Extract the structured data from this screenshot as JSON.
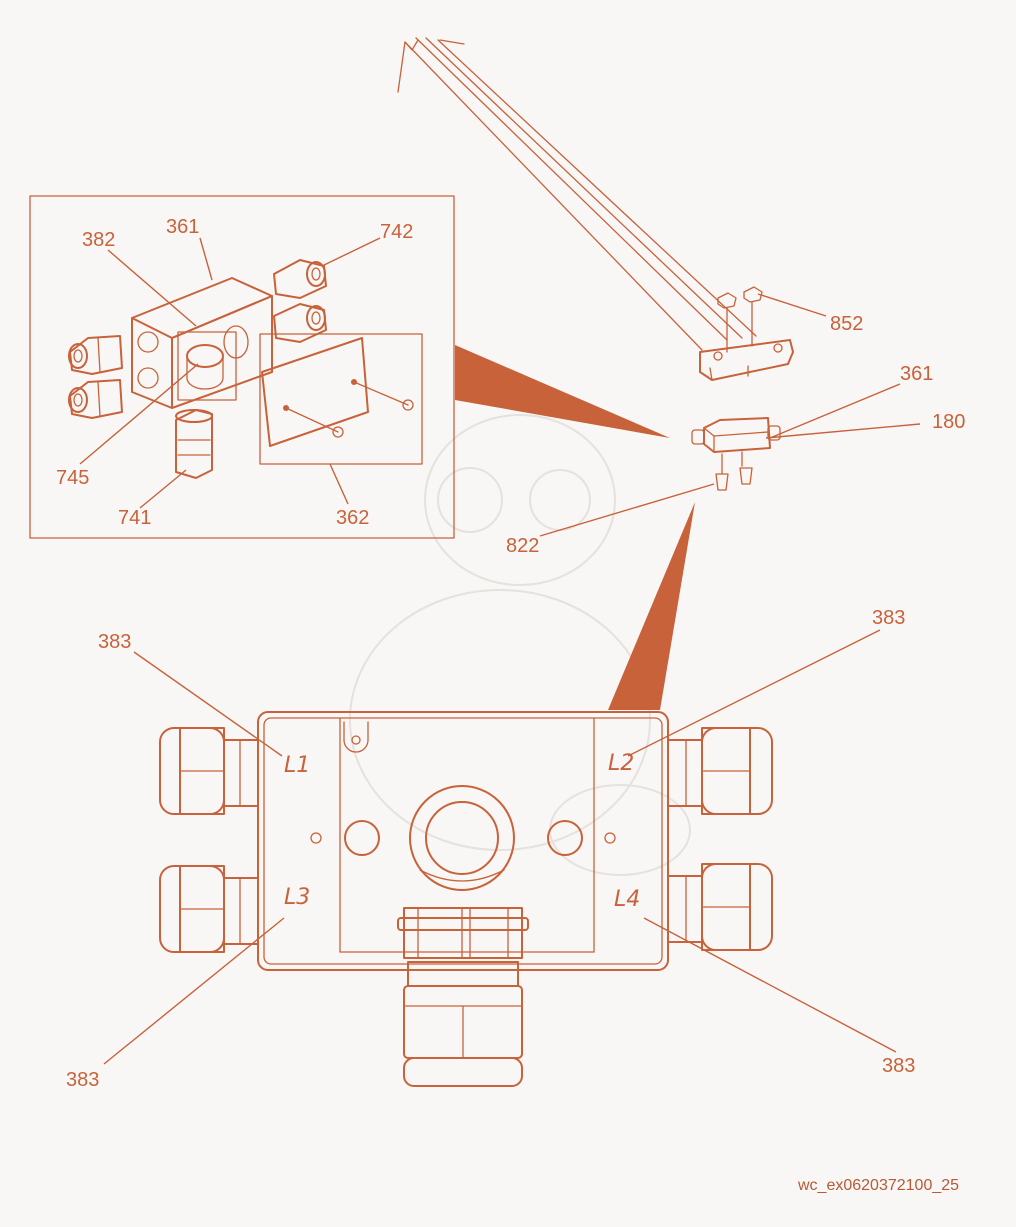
{
  "colors": {
    "line": "#c8623a",
    "background": "#f8f7f6",
    "watermark": "#e6e1dc"
  },
  "callouts": {
    "c361_detail": "361",
    "c382": "382",
    "c742": "742",
    "c745": "745",
    "c741": "741",
    "c362": "362",
    "c852": "852",
    "c361_mount": "361",
    "c180": "180",
    "c822": "822",
    "c383_tl": "383",
    "c383_tr": "383",
    "c383_bl": "383",
    "c383_br": "383"
  },
  "terminals": {
    "l1": "L1",
    "l2": "L2",
    "l3": "L3",
    "l4": "L4"
  },
  "drawing_code": "wc_ex0620372100_25"
}
